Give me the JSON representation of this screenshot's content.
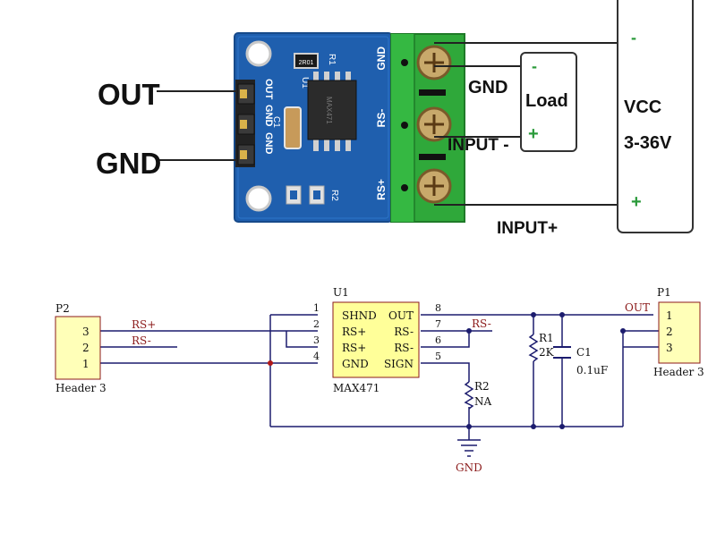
{
  "wiring": {
    "out_label": "OUT",
    "gnd_label": "GND",
    "terminal_gnd_label": "GND",
    "load_minus": "-",
    "load_label": "Load",
    "load_plus": "+",
    "input_minus_label": "INPUT -",
    "input_plus_label": "INPUT+",
    "vcc_minus": "-",
    "vcc_label": "VCC",
    "vcc_range": "3-36V",
    "vcc_plus": "+"
  },
  "board": {
    "silk_out": "OUT",
    "silk_gnd": "GND",
    "silk_gnd2": "GND",
    "silk_rs_minus": "RS-",
    "silk_rs_plus": "RS+",
    "silk_r1": "R1",
    "silk_r2": "R2",
    "silk_u1": "U1",
    "silk_c1": "C1",
    "resistor_code": "2R01",
    "chip_text": "MAX471"
  },
  "schematic": {
    "p2_ref": "P2",
    "p2_name": "Header 3",
    "p2_pins": [
      "3",
      "2",
      "1"
    ],
    "net_rs_plus": "RS+",
    "net_rs_minus_left": "RS-",
    "u1_ref": "U1",
    "u1_name": "MAX471",
    "u1_left_pins": [
      "1",
      "2",
      "3",
      "4"
    ],
    "u1_right_pins": [
      "8",
      "7",
      "6",
      "5"
    ],
    "u1_left_labels": [
      "SHND",
      "RS+",
      "RS+",
      "GND"
    ],
    "u1_right_labels": [
      "OUT",
      "RS-",
      "RS-",
      "SIGN"
    ],
    "net_rs_minus_right": "RS-",
    "net_out": "OUT",
    "r1_ref": "R1",
    "r1_value": "2K",
    "c1_ref": "C1",
    "c1_value": "0.1uF",
    "r2_ref": "R2",
    "r2_value": "NA",
    "gnd_symbol": "GND",
    "p1_ref": "P1",
    "p1_name": "Header 3",
    "p1_pins": [
      "1",
      "2",
      "3"
    ]
  },
  "colors": {
    "pcb_blue": "#1f5fae",
    "terminal_green": "#2fa83a",
    "chip_yellow": "#ffff99",
    "wire_navy": "#1c1c6e",
    "label_red": "#8b1a1a",
    "junction_red": "#b01818"
  }
}
